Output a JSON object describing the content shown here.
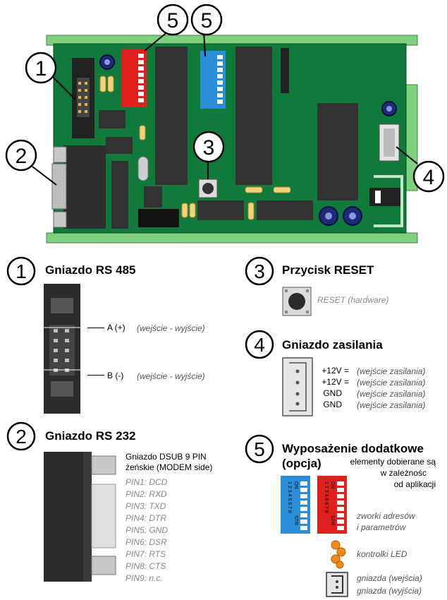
{
  "callouts": [
    "1",
    "2",
    "5",
    "5",
    "3",
    "4"
  ],
  "dip_markings": {
    "on": "ON",
    "str": "STR",
    "digits": "1 2 3 4 5 6 7 8"
  },
  "sections": {
    "s1": {
      "number": "1",
      "title": "Gniazdo RS 485",
      "pin_a": "A (+)",
      "pin_b": "B (-)",
      "note_a": "(wejście - wyjście)",
      "note_b": "(wejście - wyjście)"
    },
    "s2": {
      "number": "2",
      "title": "Gniazdo RS 232",
      "desc_line1": "Gniazdo DSUB 9 PIN",
      "desc_line2": "żeńskie (MODEM side)",
      "pins": [
        "PIN1: DCD",
        "PIN2: RXD",
        "PIN3: TXD",
        "PIN4: DTR",
        "PIN5: GND",
        "PIN6: DSR",
        "PIN7: RTS",
        "PIN8: CTS",
        "PIN9: n.c."
      ]
    },
    "s3": {
      "number": "3",
      "title": "Przycisk RESET",
      "note": "RESET (hardware)"
    },
    "s4": {
      "number": "4",
      "title": "Gniazdo zasilania",
      "rows": [
        {
          "name": "+12V =",
          "note": "(wejście zasilania)"
        },
        {
          "name": "+12V =",
          "note": "(wejście zasilania)"
        },
        {
          "name": "GND",
          "note": "(wejście zasilania)"
        },
        {
          "name": "GND",
          "note": "(wejście zasilania)"
        }
      ]
    },
    "s5": {
      "number": "5",
      "title_line1": "Wyposażenie dodatkowe",
      "title_line2": "(opcja)",
      "desc_line1": "elementy dobierane są",
      "desc_line2": "w zależnośc",
      "desc_line3": "od aplikacji",
      "dip_note_line1": "zworki adresów",
      "dip_note_line2": "i parametrów",
      "led_note": "kontrolki LED",
      "conn_note_line1": "gniazda (wejścia)",
      "conn_note_line2": "gniazda (wyjścia)"
    }
  },
  "colors": {
    "pcb": "#0f7a3a",
    "rail": "#7fd07f",
    "dip_red": "#e0201c",
    "dip_blue": "#2a8fd8",
    "chip": "#333333",
    "resistor": "#f4d27a",
    "capacitor": "#1f2a7a",
    "led": "#f08a1a"
  }
}
